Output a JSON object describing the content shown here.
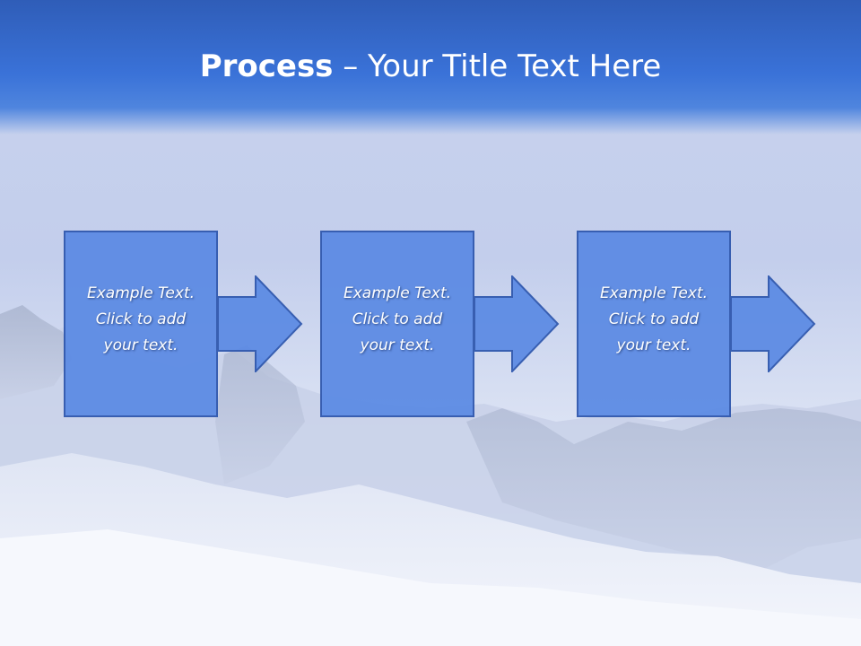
{
  "slide": {
    "title_bold": "Process",
    "title_rest": " – Your Title Text Here"
  },
  "steps": [
    {
      "line1": "Example Text.",
      "line2": "Click  to add",
      "line3": "your text."
    },
    {
      "line1": "Example Text.",
      "line2": "Click  to add",
      "line3": "your text."
    },
    {
      "line1": "Example Text.",
      "line2": "Click  to add",
      "line3": "your text."
    }
  ],
  "colors": {
    "box_fill": "#5b8ae4",
    "box_stroke": "#2d56ad",
    "title_band": "#3a72d8",
    "text": "#ffffff"
  }
}
